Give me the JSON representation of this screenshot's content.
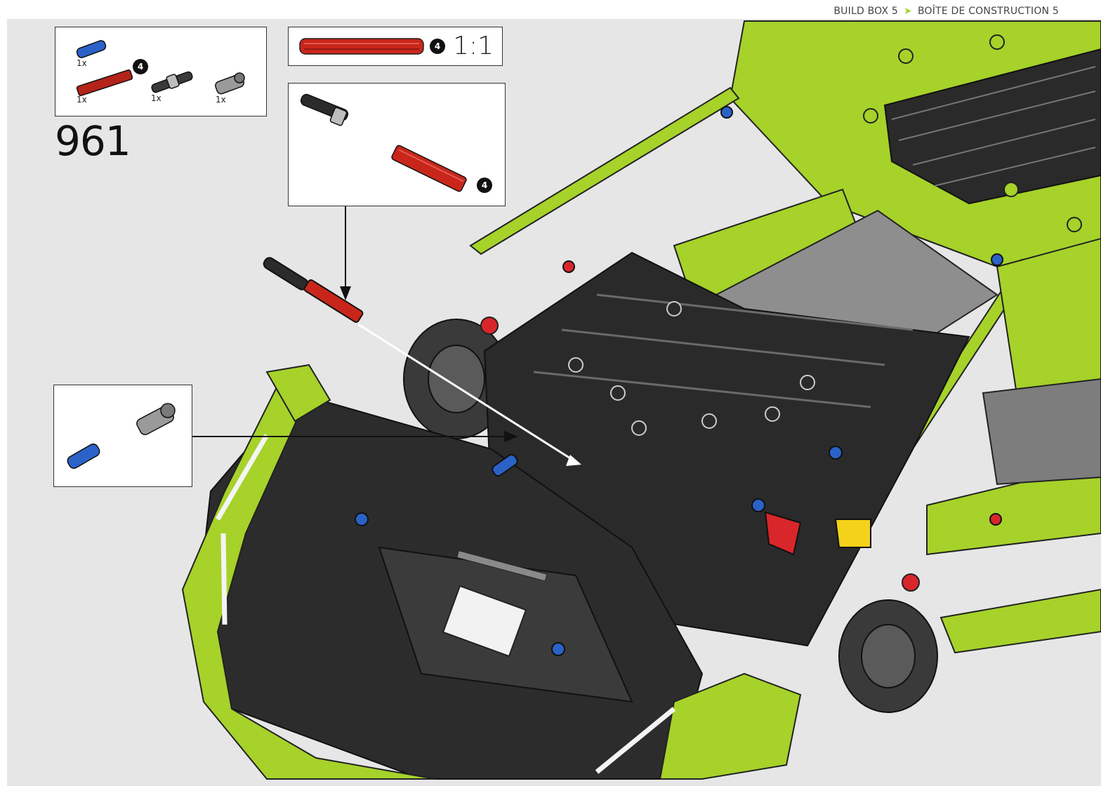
{
  "header": {
    "build_box_en": "BUILD BOX 5",
    "build_box_fr": "BOÎTE DE CONSTRUCTION 5"
  },
  "step": {
    "number": "961"
  },
  "parts_list": [
    {
      "name": "blue-pin",
      "qty": "1x",
      "color": "#2a62c8"
    },
    {
      "name": "red-axle-4",
      "qty": "1x",
      "color": "#c9261b",
      "length_badge": "4"
    },
    {
      "name": "black-axle-pin",
      "qty": "1x",
      "color": "#2b2b2b"
    },
    {
      "name": "gray-connector",
      "qty": "1x",
      "color": "#8a8a8a"
    }
  ],
  "scale_guide": {
    "length_badge": "4",
    "scale": "1:1"
  },
  "callout_top": {
    "length_badge": "4"
  },
  "colors": {
    "lime": "#a6d22a",
    "black": "#2a2a2a",
    "red": "#c9261b",
    "blue": "#2a62c8",
    "background": "#e6e6e6"
  }
}
